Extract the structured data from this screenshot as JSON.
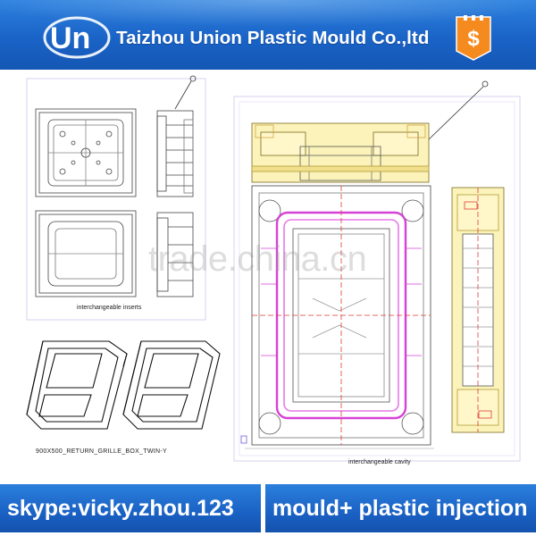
{
  "header": {
    "logo_text": "Un",
    "company_name": "Taizhou Union Plastic Mould Co.,ltd",
    "icon": "dollar-tag-icon",
    "brand_color": "#1a63c7",
    "accent_color": "#f58a1f"
  },
  "drawing": {
    "caption_inserts": "interchangeable inserts",
    "caption_box": "900X500_RETURN_GRILLE_BOX_TWIN-Y",
    "caption_cavity": "interchangeable cavity",
    "watermark": "trade.china.cn"
  },
  "footer": {
    "skype": "skype:vicky.zhou.123",
    "tagline": "mould+ plastic injection"
  }
}
